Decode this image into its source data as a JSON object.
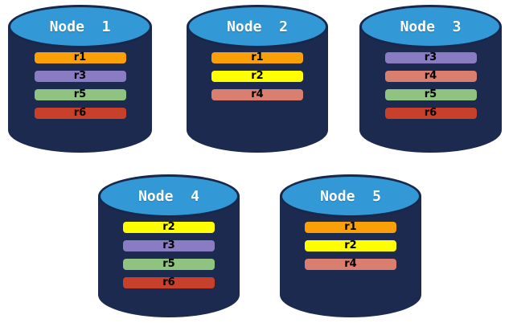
{
  "diagram": {
    "nodes": [
      {
        "label": "Node  1",
        "replicas": [
          "r1",
          "r3",
          "r5",
          "r6"
        ]
      },
      {
        "label": "Node  2",
        "replicas": [
          "r1",
          "r2",
          "r4"
        ]
      },
      {
        "label": "Node  3",
        "replicas": [
          "r3",
          "r4",
          "r5",
          "r6"
        ]
      },
      {
        "label": "Node  4",
        "replicas": [
          "r2",
          "r3",
          "r5",
          "r6"
        ]
      },
      {
        "label": "Node  5",
        "replicas": [
          "r1",
          "r2",
          "r4"
        ]
      }
    ],
    "colors": {
      "canvas_background": "#FFFFFF",
      "cylinder_body": "#1B2A4E",
      "cylinder_top": "#3399D6",
      "cylinder_outline": "#16284B",
      "node_label_text": "#FFFFFF",
      "replica_label_text": "#000000",
      "replicas": {
        "r1": "#F9A008",
        "r2": "#FFFF00",
        "r3": "#8A7CC2",
        "r4": "#DA7F6F",
        "r5": "#8FC380",
        "r6": "#C8402A"
      }
    }
  }
}
